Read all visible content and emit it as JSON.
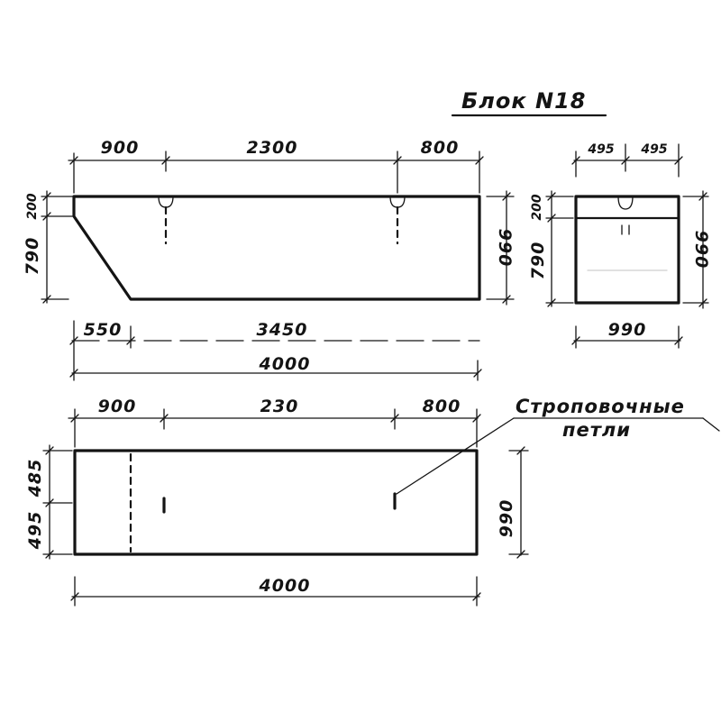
{
  "title": "Блок N18",
  "note": {
    "line1": "Строповочные",
    "line2": "петли"
  },
  "side_view": {
    "top_segments": [
      "900",
      "2300",
      "800"
    ],
    "left_heights": [
      "200",
      "790"
    ],
    "right_height": "990",
    "bottom_segments": [
      "550",
      "3450"
    ],
    "overall_length": "4000"
  },
  "end_view": {
    "top_segments": [
      "495",
      "495"
    ],
    "left_heights": [
      "200",
      "790"
    ],
    "right_height": "990",
    "width": "990"
  },
  "plan_view": {
    "top_segments": [
      "900",
      "230",
      "800"
    ],
    "left_widths": [
      "485",
      "495"
    ],
    "right_width": "990",
    "overall_length": "4000"
  }
}
